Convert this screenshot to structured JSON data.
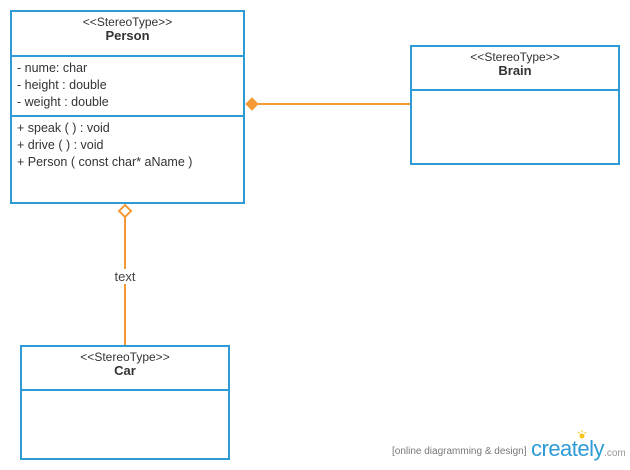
{
  "person": {
    "stereotype": "<<StereoType>>",
    "name": "Person",
    "attributes": [
      "- nume: char",
      "- height : double",
      "- weight : double"
    ],
    "operations": [
      "+ speak ( ) : void",
      "+ drive ( ) : void",
      "+ Person ( const char* aName )"
    ]
  },
  "brain": {
    "stereotype": "<<StereoType>>",
    "name": "Brain"
  },
  "car": {
    "stereotype": "<<StereoType>>",
    "name": "Car"
  },
  "links": {
    "aggregation_label": "text"
  },
  "colors": {
    "class_border": "#2e9bd6",
    "link": "#f39a37"
  },
  "footer": {
    "tagline": "[online diagramming & design]",
    "brand": "creately",
    "brand_tld": ".com"
  }
}
